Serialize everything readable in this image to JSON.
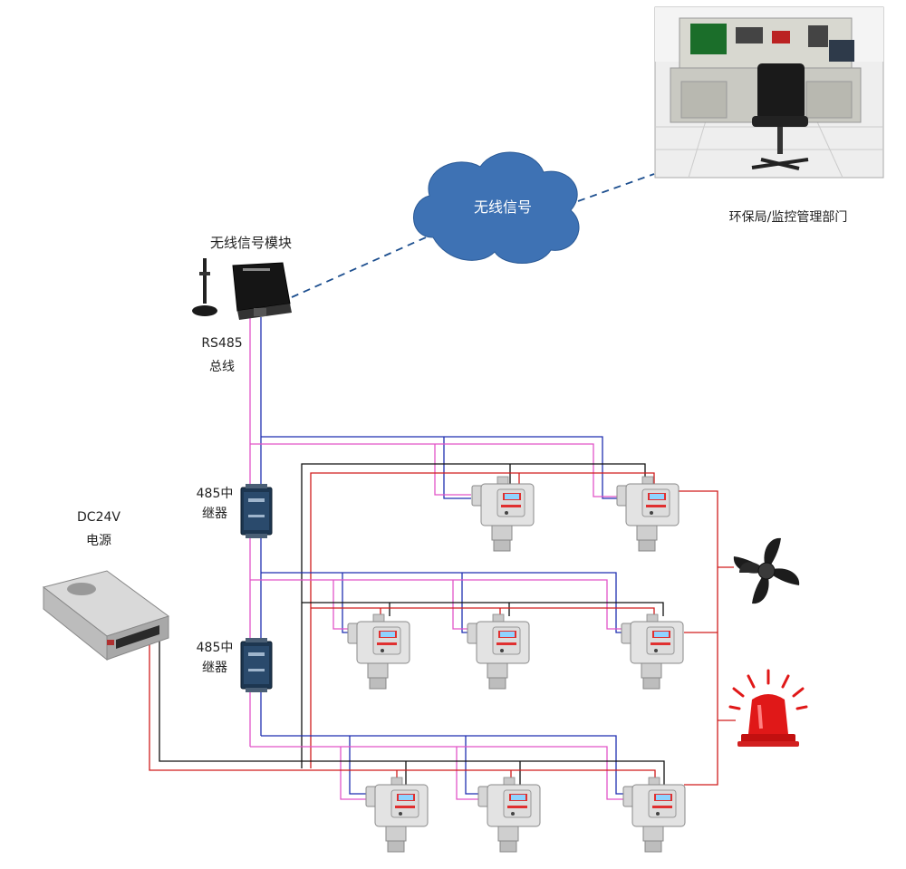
{
  "labels": {
    "wireless_module": "无线信号模块",
    "rs485_line1": "RS485",
    "rs485_line2": "总线",
    "dc_power_line1": "DC24V",
    "dc_power_line2": "电源",
    "repeater1_line1": "485中",
    "repeater1_line2": "继器",
    "repeater2_line1": "485中",
    "repeater2_line2": "继器",
    "cloud": "无线信号",
    "control_center": "环保局/监控管理部门"
  },
  "colors": {
    "blue_wire": "#1f2fb0",
    "pink_wire": "#e254c8",
    "red_wire": "#d01c1c",
    "black_wire": "#111111",
    "cloud_fill": "#3e72b4",
    "dashed_link": "#1d4f8f"
  },
  "icons": {
    "module": "wireless-module-icon",
    "antenna": "antenna-icon",
    "power_supply": "power-supply-icon",
    "repeater": "rs485-repeater-icon",
    "detector": "gas-detector-icon",
    "fan": "exhaust-fan-icon",
    "alarm": "alarm-light-icon",
    "control_room": "control-room-photo"
  }
}
